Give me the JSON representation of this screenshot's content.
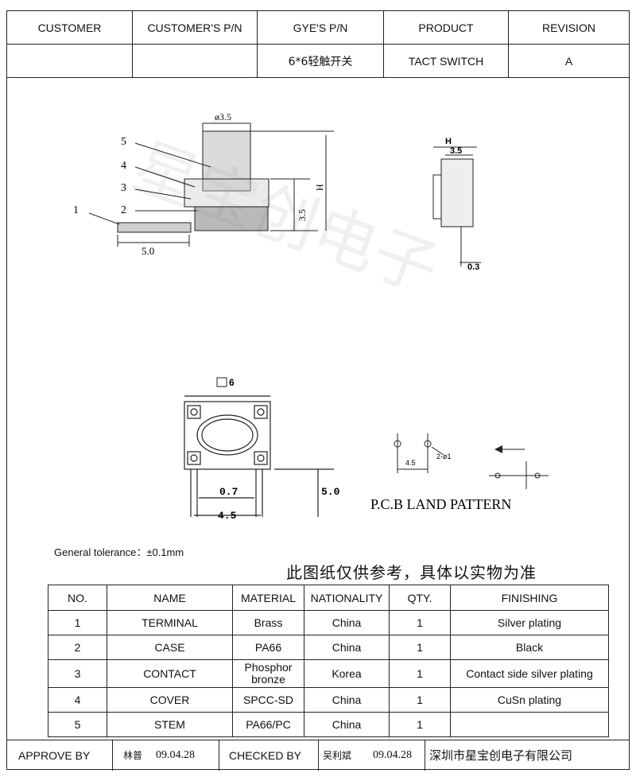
{
  "header": {
    "columns": [
      "CUSTOMER",
      "CUSTOMER'S P/N",
      "GYE'S P/N",
      "PRODUCT",
      "REVISION"
    ],
    "values": [
      "",
      "",
      "6*6轻触开关",
      "TACT  SWITCH",
      "A"
    ]
  },
  "drawing": {
    "dim_diameter": "ø3.5",
    "dim_H": "H",
    "dim_35": "3.5",
    "dim_50_top": "5.0",
    "part_numbers": [
      "5",
      "4",
      "3",
      "2",
      "1"
    ],
    "side_H": "H",
    "side_35": "3.5",
    "side_03": "0.3",
    "box_6": "6",
    "dim_07": "0.7",
    "dim_45": "4.5",
    "dim_50": "5.0",
    "pcb_45": "4.5",
    "pcb_hole": "2-ø1",
    "pcb_title": "P.C.B LAND PATTERN",
    "watermark": "星宝创电子"
  },
  "general_tolerance": "General tolerance：±0.1mm",
  "note": "此图纸仅供参考，具体以实物为准",
  "bom": {
    "headers": [
      "NO.",
      "NAME",
      "MATERIAL",
      "NATIONALITY",
      "QTY.",
      "FINISHING"
    ],
    "rows": [
      {
        "no": "1",
        "name": "TERMINAL",
        "material": "Brass",
        "nationality": "China",
        "qty": "1",
        "finishing": "Silver plating"
      },
      {
        "no": "2",
        "name": "CASE",
        "material": "PA66",
        "nationality": "China",
        "qty": "1",
        "finishing": "Black"
      },
      {
        "no": "3",
        "name": "CONTACT",
        "material": "Phosphor bronze",
        "nationality": "Korea",
        "qty": "1",
        "finishing": "Contact side silver plating"
      },
      {
        "no": "4",
        "name": "COVER",
        "material": "SPCC-SD",
        "nationality": "China",
        "qty": "1",
        "finishing": "CuSn plating"
      },
      {
        "no": "5",
        "name": "STEM",
        "material": "PA66/PC",
        "nationality": "China",
        "qty": "1",
        "finishing": ""
      }
    ]
  },
  "footer": {
    "approve_label": "APPROVE BY",
    "approve_name": "林普",
    "approve_date": "09.04.28",
    "checked_label": "CHECKED BY",
    "checked_name": "吴利斌",
    "checked_date": "09.04.28",
    "company": "深圳市星宝创电子有限公司"
  }
}
